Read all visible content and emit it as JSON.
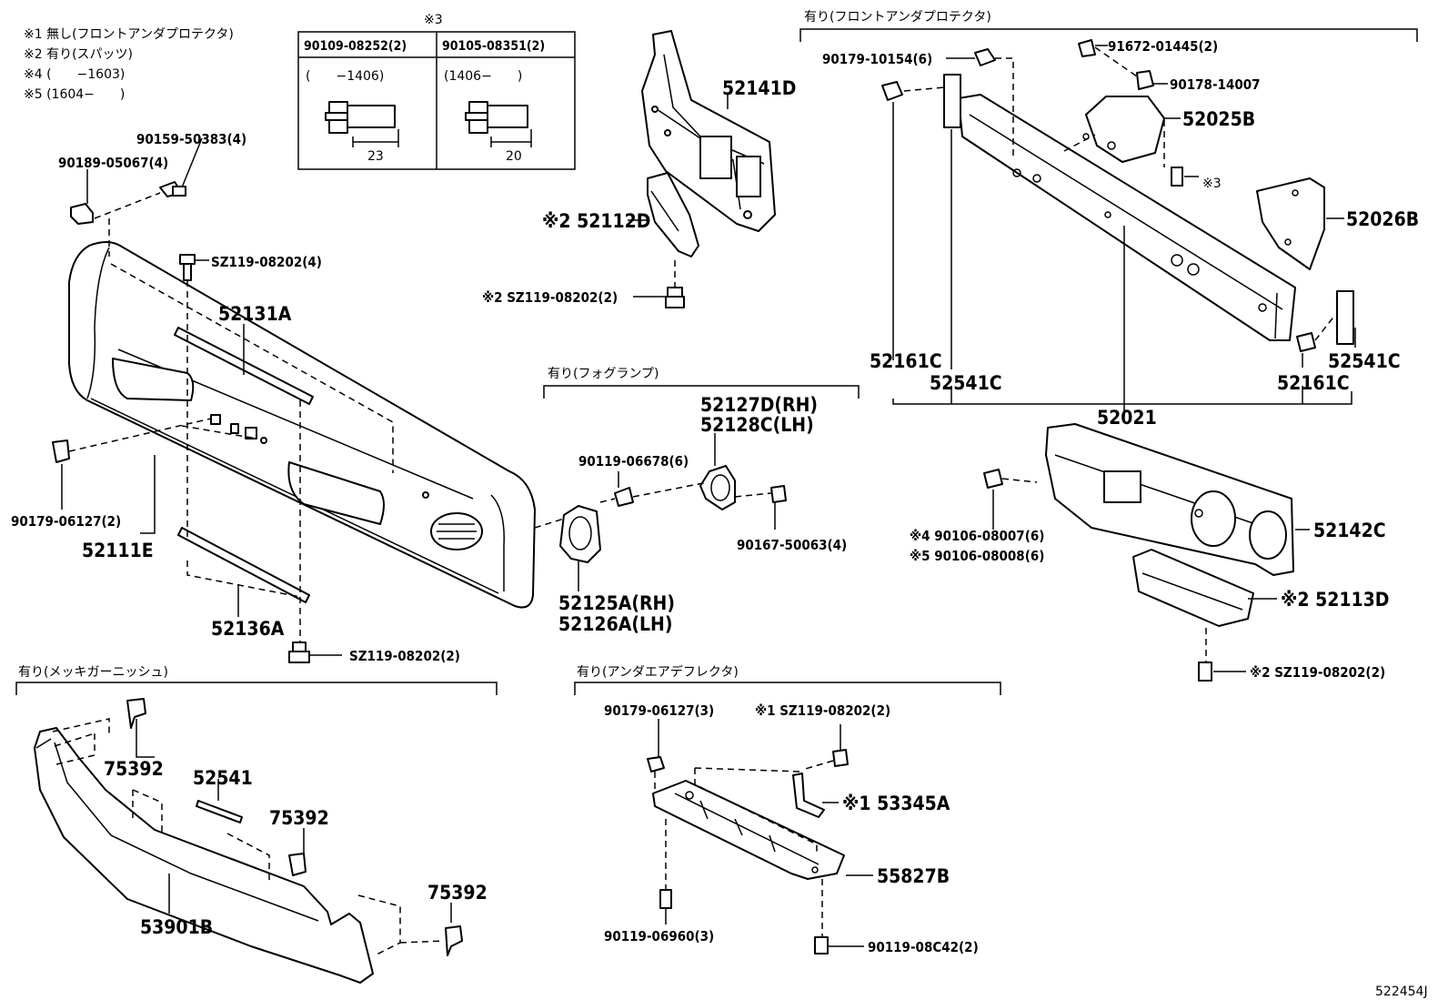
{
  "notes": [
    "※1 無し(フロントアンダプロテクタ)",
    "※2 有り(スパッツ)",
    "※4 (　　−1603)",
    "※5 (1604−　　)"
  ],
  "table": {
    "title": "※3",
    "col1_header": "90109-08252(2)",
    "col2_header": "90105-08351(2)",
    "col1_range": "(　　−1406)",
    "col2_range": "(1406−　　)",
    "col1_dim": "23",
    "col2_dim": "20"
  },
  "sections": {
    "front_under_protector": "有り(フロントアンダプロテクタ)",
    "fog_lamp": "有り(フォグランプ)",
    "plated_garnish": "有り(メッキガーニッシュ)",
    "under_air_deflector": "有り(アンダエアデフレクタ)"
  },
  "labels": {
    "p90159": "90159-50383(4)",
    "p90189": "90189-05067(4)",
    "psz_a": "SZ119-08202(4)",
    "p52131A": "52131A",
    "p90179a": "90179-06127(2)",
    "p52111E": "52111E",
    "p52136A": "52136A",
    "psz_b": "SZ119-08202(2)",
    "p52141D": "52141D",
    "p52112D": "※2 52112D",
    "psz_c": "※2 SZ119-08202(2)",
    "p52127D": "52127D(RH)",
    "p52128C": "52128C(LH)",
    "p90119a": "90119-06678(6)",
    "p90167": "90167-50063(4)",
    "p52125A": "52125A(RH)",
    "p52126A": "52126A(LH)",
    "p90179b": "90179-10154(6)",
    "p91672": "91672-01445(2)",
    "p90178": "90178-14007",
    "p52025B": "52025B",
    "pstar3": "※3",
    "p52026B": "52026B",
    "p52161C_l": "52161C",
    "p52541C_l": "52541C",
    "p52161C_r": "52161C",
    "p52541C_r": "52541C",
    "p52021": "52021",
    "p90106a": "※4 90106-08007(6)",
    "p90106b": "※5 90106-08008(6)",
    "p52142C": "52142C",
    "p52113D": "※2 52113D",
    "psz_d": "※2 SZ119-08202(2)",
    "p75392a": "75392",
    "p52541": "52541",
    "p75392b": "75392",
    "p75392c": "75392",
    "p53901B": "53901B",
    "p90179c": "90179-06127(3)",
    "psz_e": "※1 SZ119-08202(2)",
    "p53345A": "※1 53345A",
    "p55827B": "55827B",
    "p90119b": "90119-06960(3)",
    "p90119c": "90119-08C42(2)",
    "code": "522454J"
  }
}
